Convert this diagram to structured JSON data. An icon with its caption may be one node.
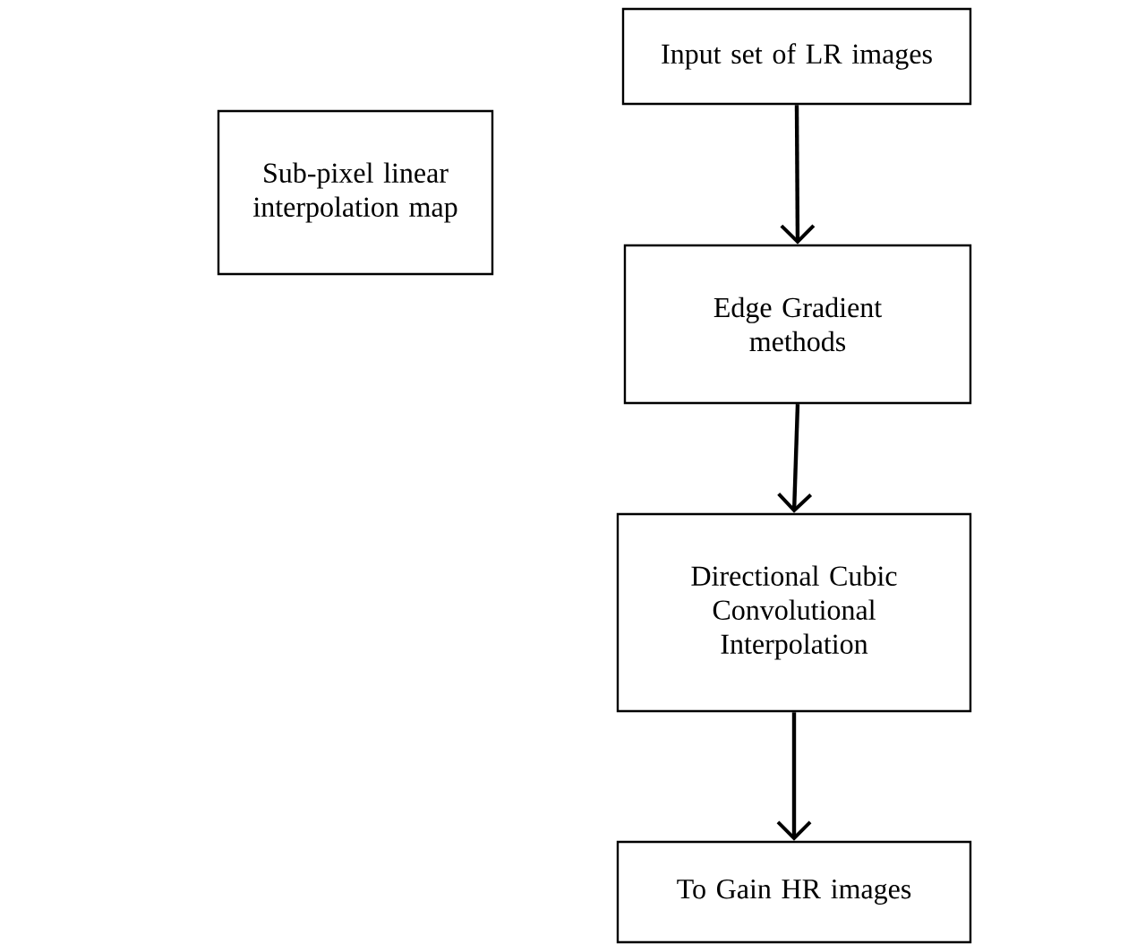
{
  "diagram": {
    "nodes": [
      {
        "text": [
          "Sub-pixel linear interpolation map"
        ]
      },
      {
        "text": [
          "Input set of LR images"
        ]
      },
      {
        "text": [
          "Edge Gradient methods"
        ]
      },
      {
        "text": [
          "Directional Cubic Convolutional Interpolation"
        ]
      },
      {
        "text": [
          "To Gain HR images"
        ]
      }
    ],
    "edges": [
      {
        "from": 1,
        "to": 2,
        "arrow": "to"
      },
      {
        "from": 2,
        "to": 3,
        "arrow": "to"
      },
      {
        "from": 3,
        "to": 4,
        "arrow": "to"
      }
    ]
  }
}
